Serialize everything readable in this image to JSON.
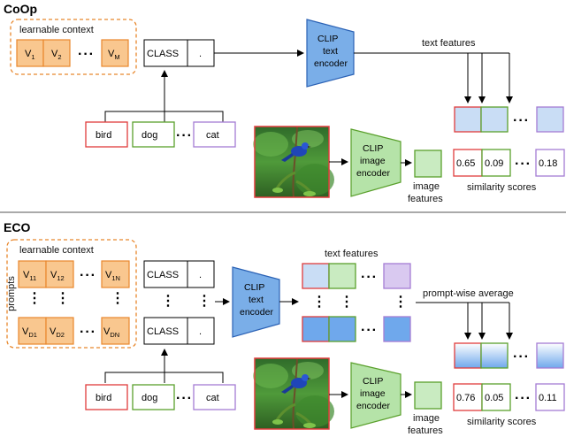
{
  "coop": {
    "title": "CoOp",
    "learnable_context": "learnable context",
    "tokens": [
      {
        "main": "V",
        "sub": "1"
      },
      {
        "main": "V",
        "sub": "2"
      },
      {
        "main": "V",
        "sub": "M"
      }
    ],
    "class_token": "CLASS",
    "period": ".",
    "classes": [
      "bird",
      "dog",
      "cat"
    ],
    "text_encoder": [
      "CLIP",
      "text",
      "encoder"
    ],
    "image_encoder": [
      "CLIP",
      "image",
      "encoder"
    ],
    "text_features": "text features",
    "image_features": [
      "image",
      "features"
    ],
    "scores": [
      "0.65",
      "0.09",
      "0.18"
    ],
    "similarity_scores": "similarity scores"
  },
  "eco": {
    "title": "ECO",
    "learnable_context": "learnable context",
    "prompts_label": "prompts",
    "tokens_row1": [
      {
        "main": "V",
        "sub": "11"
      },
      {
        "main": "V",
        "sub": "12"
      },
      {
        "main": "V",
        "sub": "1N"
      }
    ],
    "tokens_row2": [
      {
        "main": "V",
        "sub": "D1"
      },
      {
        "main": "V",
        "sub": "D2"
      },
      {
        "main": "V",
        "sub": "DN"
      }
    ],
    "class_token": "CLASS",
    "period": ".",
    "classes": [
      "bird",
      "dog",
      "cat"
    ],
    "text_encoder": [
      "CLIP",
      "text",
      "encoder"
    ],
    "image_encoder": [
      "CLIP",
      "image",
      "encoder"
    ],
    "text_features": "text features",
    "prompt_wise_average": "prompt-wise average",
    "image_features": [
      "image",
      "features"
    ],
    "scores": [
      "0.76",
      "0.05",
      "0.11"
    ],
    "similarity_scores": "similarity scores"
  },
  "colors": {
    "orange_fill": "#f9c78f",
    "orange_stroke": "#e8872c",
    "red": "#e03c3c",
    "green": "#5aa02c",
    "purple": "#a57cd4",
    "encoder_blue": "#7aaee8",
    "encoder_green": "#b5e3a8",
    "feature_blue": "#c9ddf5",
    "feature_green": "#c9ebc1"
  },
  "icons": [
    "bird-photo-icon"
  ]
}
